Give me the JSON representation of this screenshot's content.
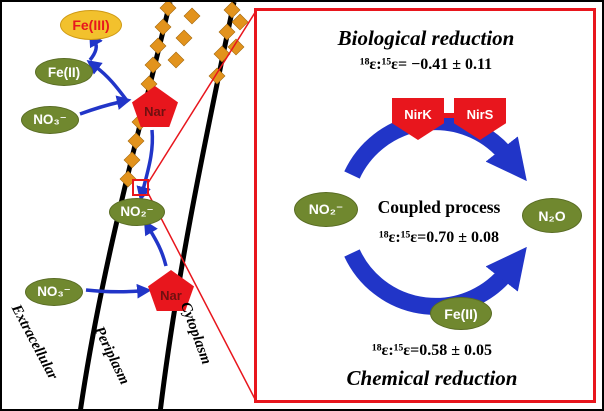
{
  "colors": {
    "green": "#70882f",
    "yellow": "#f2c12d",
    "yellow_border": "#cf9a14",
    "red": "#e8161d",
    "dark_red": "#701010",
    "blue": "#2135c8",
    "orange": "#e2931d",
    "black": "#000000"
  },
  "left": {
    "fe3": "Fe(III)",
    "fe2": "Fe(II)",
    "no3_top": "NO₃⁻",
    "no2": "NO₂⁻",
    "no3_bottom": "NO₃⁻",
    "nar_top": "Nar",
    "nar_bottom": "Nar",
    "region_extracellular": "Extracellular",
    "region_periplasm": "Periplasm",
    "region_cytoplasm": "Cytoplasm"
  },
  "right": {
    "biological_title": "Biological reduction",
    "biological_epsilon": "¹⁸ε:¹⁵ε= −0.41 ± 0.11",
    "nirk": "NirK",
    "nirs": "NirS",
    "no2": "NO₂⁻",
    "n2o": "N₂O",
    "coupled_title": "Coupled process",
    "coupled_epsilon": "¹⁸ε:¹⁵ε=0.70 ± 0.08",
    "fe2": "Fe(II)",
    "chemical_epsilon": "¹⁸ε:¹⁵ε=0.58 ± 0.05",
    "chemical_title": "Chemical reduction"
  }
}
